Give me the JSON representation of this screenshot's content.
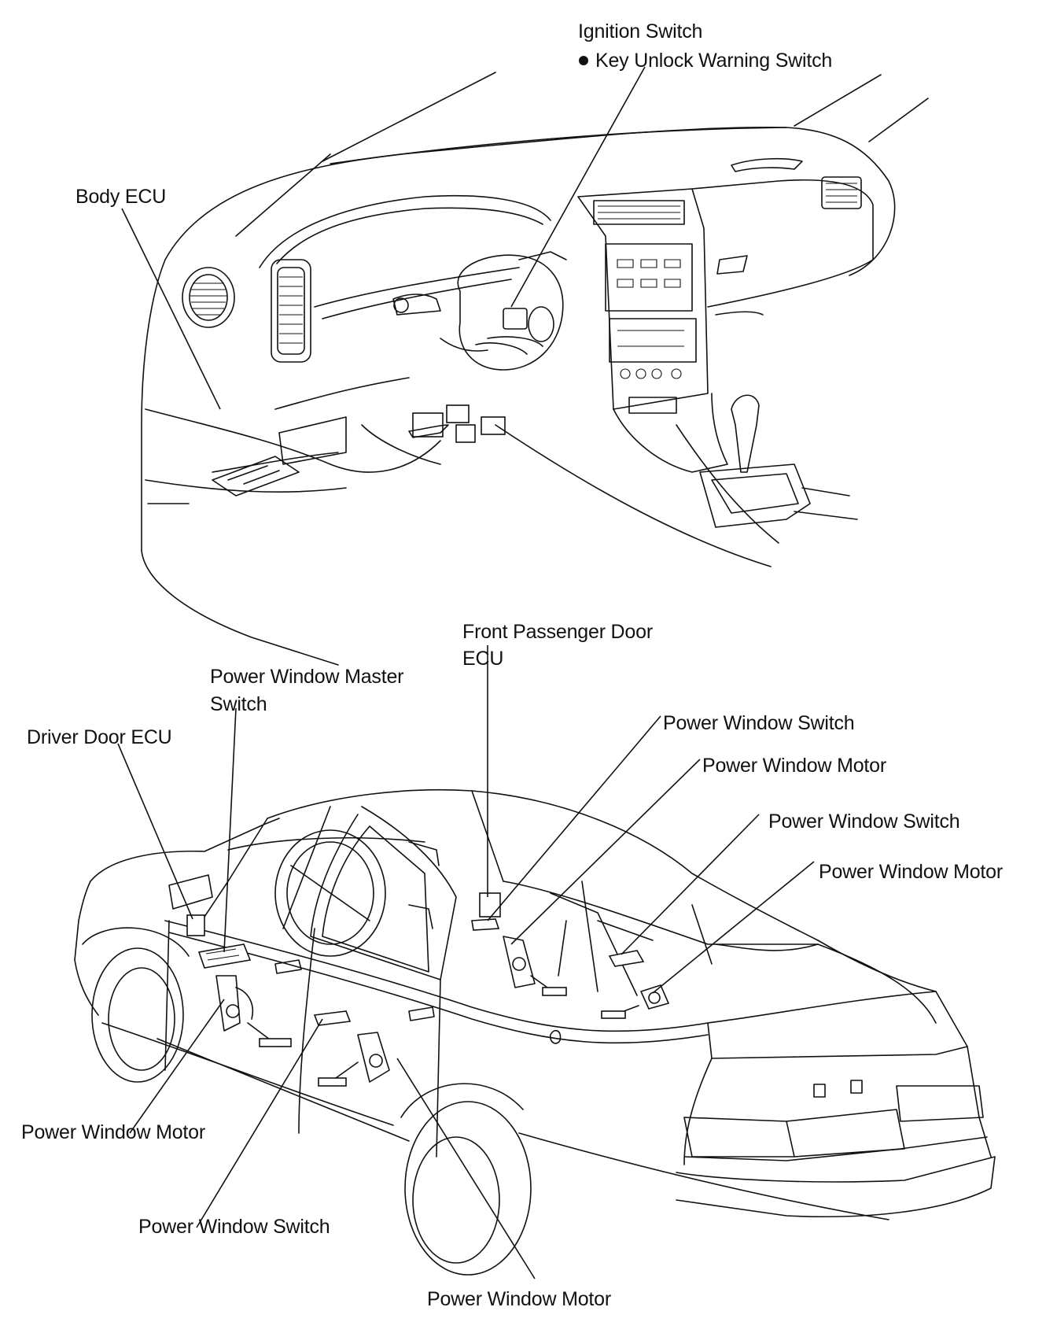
{
  "labels": {
    "ignition_switch": "Ignition Switch",
    "key_unlock_warning_switch": "Key Unlock Warning Switch",
    "body_ecu": "Body ECU",
    "front_passenger_door_ecu_line1": "Front Passenger Door",
    "front_passenger_door_ecu_line2": "ECU",
    "power_window_master_switch_line1": "Power Window Master",
    "power_window_master_switch_line2": "Switch",
    "driver_door_ecu": "Driver Door ECU",
    "pw_switch_front_passenger": "Power Window Switch",
    "pw_motor_front_passenger": "Power Window Motor",
    "pw_switch_rear_right": "Power Window Switch",
    "pw_motor_rear_right": "Power Window Motor",
    "pw_motor_driver": "Power Window Motor",
    "pw_switch_rear_left": "Power Window Switch",
    "pw_motor_rear_left": "Power Window Motor"
  }
}
